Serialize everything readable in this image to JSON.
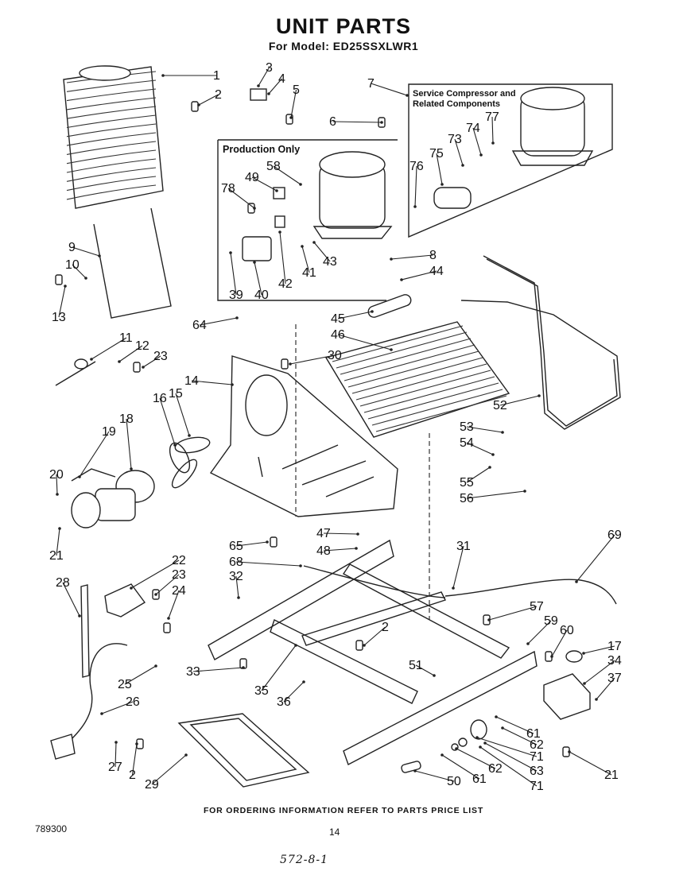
{
  "header": {
    "title": "UNIT PARTS",
    "model_line": "For Model: ED25SSXLWR1"
  },
  "boxes": {
    "production": "Production Only",
    "service_line1": "Service Compressor and",
    "service_line2": "Related Components"
  },
  "callouts": [
    {
      "id": "c1",
      "label": "1"
    },
    {
      "id": "c2a",
      "label": "2"
    },
    {
      "id": "c3",
      "label": "3"
    },
    {
      "id": "c4",
      "label": "4"
    },
    {
      "id": "c5",
      "label": "5"
    },
    {
      "id": "c6",
      "label": "6"
    },
    {
      "id": "c7",
      "label": "7"
    },
    {
      "id": "c77",
      "label": "77"
    },
    {
      "id": "c74",
      "label": "74"
    },
    {
      "id": "c73",
      "label": "73"
    },
    {
      "id": "c75",
      "label": "75"
    },
    {
      "id": "c76",
      "label": "76"
    },
    {
      "id": "c58",
      "label": "58"
    },
    {
      "id": "c49",
      "label": "49"
    },
    {
      "id": "c78",
      "label": "78"
    },
    {
      "id": "c41",
      "label": "41"
    },
    {
      "id": "c43",
      "label": "43"
    },
    {
      "id": "c42",
      "label": "42"
    },
    {
      "id": "c39",
      "label": "39"
    },
    {
      "id": "c40",
      "label": "40"
    },
    {
      "id": "c8",
      "label": "8"
    },
    {
      "id": "c44",
      "label": "44"
    },
    {
      "id": "c9",
      "label": "9"
    },
    {
      "id": "c10",
      "label": "10"
    },
    {
      "id": "c13",
      "label": "13"
    },
    {
      "id": "c64",
      "label": "64"
    },
    {
      "id": "c45",
      "label": "45"
    },
    {
      "id": "c46",
      "label": "46"
    },
    {
      "id": "c11",
      "label": "11"
    },
    {
      "id": "c12",
      "label": "12"
    },
    {
      "id": "c23a",
      "label": "23"
    },
    {
      "id": "c30",
      "label": "30"
    },
    {
      "id": "c14",
      "label": "14"
    },
    {
      "id": "c16",
      "label": "16"
    },
    {
      "id": "c15",
      "label": "15"
    },
    {
      "id": "c18",
      "label": "18"
    },
    {
      "id": "c19",
      "label": "19"
    },
    {
      "id": "c52",
      "label": "52"
    },
    {
      "id": "c53",
      "label": "53"
    },
    {
      "id": "c54",
      "label": "54"
    },
    {
      "id": "c55",
      "label": "55"
    },
    {
      "id": "c56",
      "label": "56"
    },
    {
      "id": "c20",
      "label": "20"
    },
    {
      "id": "c21a",
      "label": "21"
    },
    {
      "id": "c65",
      "label": "65"
    },
    {
      "id": "c47",
      "label": "47"
    },
    {
      "id": "c48",
      "label": "48"
    },
    {
      "id": "c31",
      "label": "31"
    },
    {
      "id": "c69",
      "label": "69"
    },
    {
      "id": "c68",
      "label": "68"
    },
    {
      "id": "c32",
      "label": "32"
    },
    {
      "id": "c22",
      "label": "22"
    },
    {
      "id": "c23b",
      "label": "23"
    },
    {
      "id": "c24",
      "label": "24"
    },
    {
      "id": "c28",
      "label": "28"
    },
    {
      "id": "c57",
      "label": "57"
    },
    {
      "id": "c59",
      "label": "59"
    },
    {
      "id": "c60",
      "label": "60"
    },
    {
      "id": "c17",
      "label": "17"
    },
    {
      "id": "c34",
      "label": "34"
    },
    {
      "id": "c37",
      "label": "37"
    },
    {
      "id": "c2b",
      "label": "2"
    },
    {
      "id": "c33",
      "label": "33"
    },
    {
      "id": "c51",
      "label": "51"
    },
    {
      "id": "c25",
      "label": "25"
    },
    {
      "id": "c35",
      "label": "35"
    },
    {
      "id": "c36",
      "label": "36"
    },
    {
      "id": "c26",
      "label": "26"
    },
    {
      "id": "c61a",
      "label": "61"
    },
    {
      "id": "c62a",
      "label": "62"
    },
    {
      "id": "c71a",
      "label": "71"
    },
    {
      "id": "c63",
      "label": "63"
    },
    {
      "id": "c62b",
      "label": "62"
    },
    {
      "id": "c61b",
      "label": "61"
    },
    {
      "id": "c71b",
      "label": "71"
    },
    {
      "id": "c50",
      "label": "50"
    },
    {
      "id": "c27",
      "label": "27"
    },
    {
      "id": "c2c",
      "label": "2"
    },
    {
      "id": "c29",
      "label": "29"
    },
    {
      "id": "c21b",
      "label": "21"
    }
  ],
  "footer": {
    "ordering_note": "FOR ORDERING INFORMATION REFER TO PARTS PRICE LIST",
    "doc_number": "789300",
    "page_number": "14",
    "handwritten_note": "572-8-1"
  }
}
